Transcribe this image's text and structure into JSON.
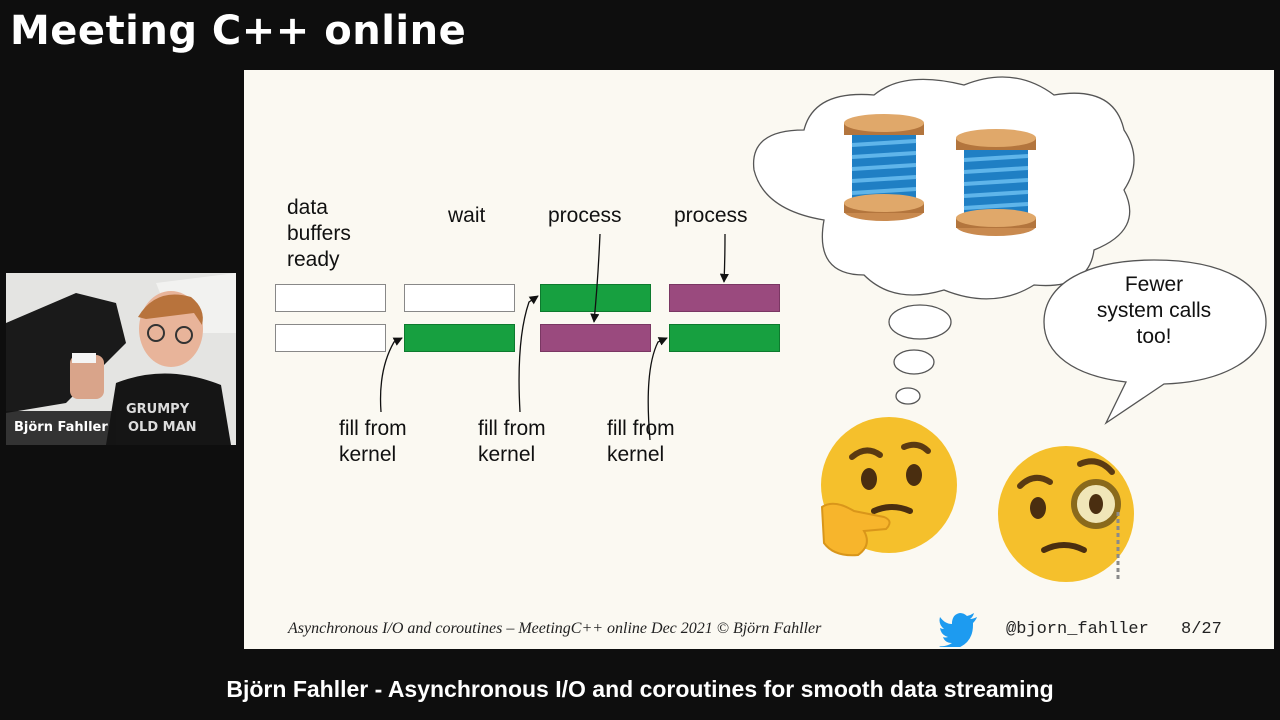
{
  "header": {
    "title": "Meeting C++ online"
  },
  "webcam": {
    "speaker_name": "Björn Fahller",
    "shirt_text_1": "GRUMPY",
    "shirt_text_2": "OLD MAN"
  },
  "slide": {
    "labels": {
      "data_ready": [
        "data",
        "buffers",
        "ready"
      ],
      "wait": "wait",
      "process_1": "process",
      "process_2": "process",
      "fill_1": [
        "fill from",
        "kernel"
      ],
      "fill_2": [
        "fill from",
        "kernel"
      ],
      "fill_3": [
        "fill from",
        "kernel"
      ]
    },
    "buffers": {
      "row1": [
        "empty",
        "empty",
        "green",
        "purple"
      ],
      "row2": [
        "empty",
        "green",
        "purple",
        "green"
      ]
    },
    "cloud_icons": [
      "spool-of-thread-icon",
      "spool-of-thread-icon"
    ],
    "speech_bubble": [
      "Fewer",
      "system calls",
      "too!"
    ],
    "emojis": [
      "thinking-face-icon",
      "face-with-monocle-icon"
    ],
    "footer": {
      "text": "Asynchronous I/O and coroutines  –  MeetingC++ online Dec 2021  © Björn Fahller",
      "twitter_icon": "twitter-bird-icon",
      "handle": "@bjorn_fahller",
      "page": "8/27"
    }
  },
  "caption": "Björn Fahller - Asynchronous I/O and coroutines for smooth data streaming",
  "colors": {
    "green": "#17a040",
    "purple": "#9a4a7e",
    "twitter": "#1d9bf0",
    "slide_bg": "#fbf9f2"
  }
}
